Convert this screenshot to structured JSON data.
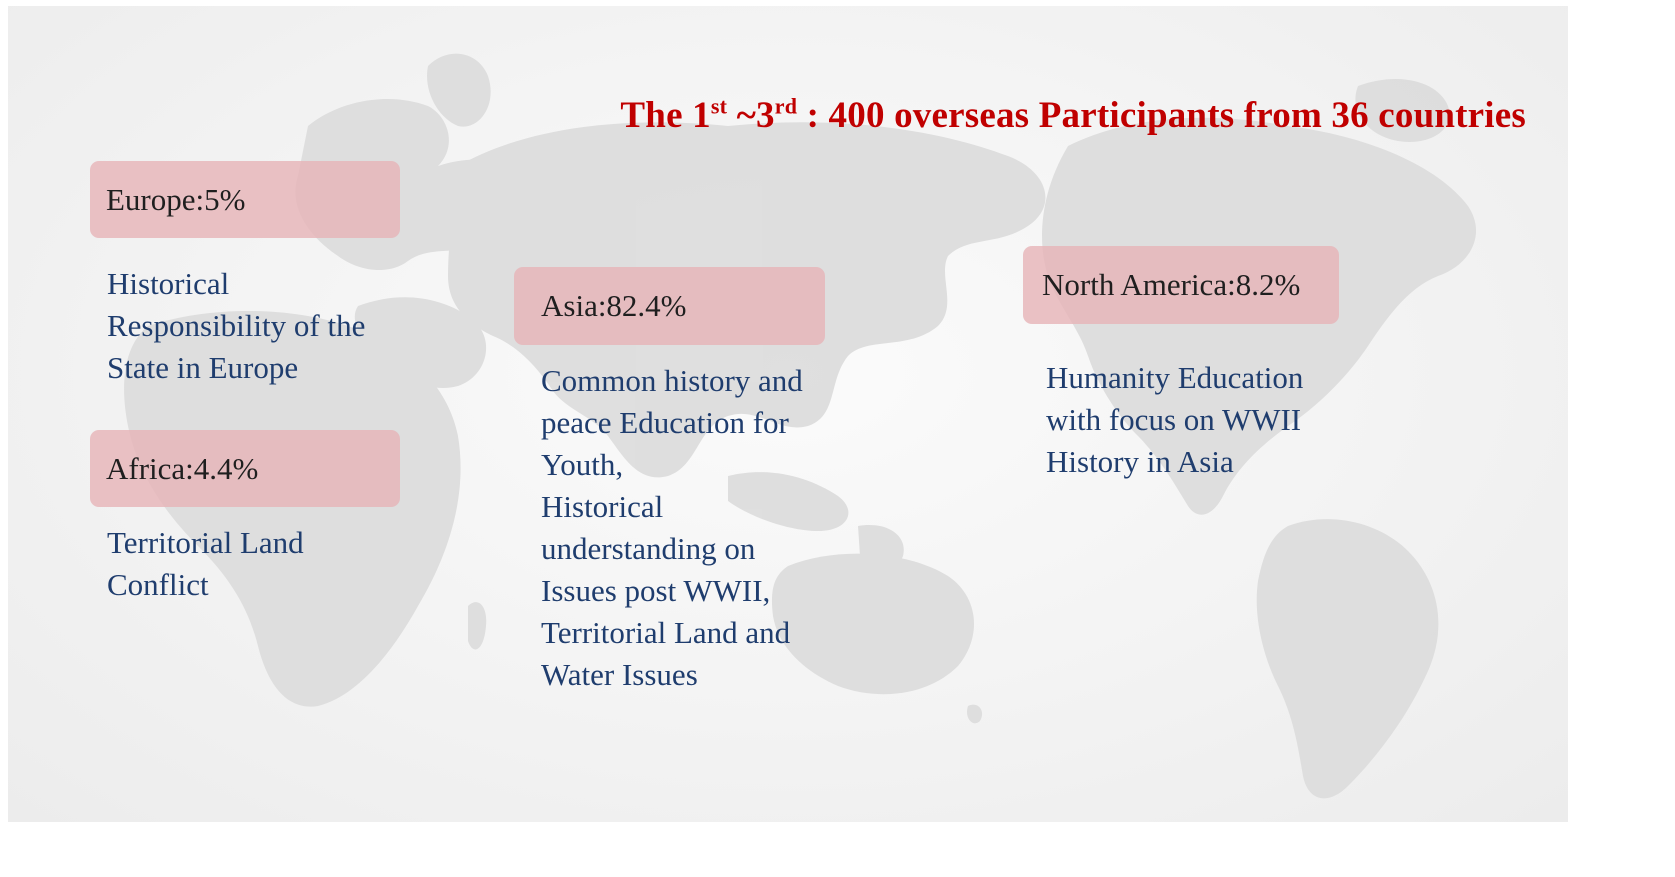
{
  "title": {
    "prefix": "The 1",
    "sup1": "st",
    "middle": " ~3",
    "sup2": "rd",
    "suffix": " : 400 overseas Participants from 36 countries"
  },
  "regions": {
    "europe": {
      "label": "Europe:5%",
      "share_percent": 5,
      "description": [
        "Historical",
        "Responsibility of the",
        "State in Europe"
      ]
    },
    "africa": {
      "label": "Africa:4.4%",
      "share_percent": 4.4,
      "description": [
        "Territorial Land",
        "Conflict"
      ]
    },
    "asia": {
      "label": "Asia:82.4%",
      "share_percent": 82.4,
      "description": [
        "Common history and",
        "peace Education for",
        "Youth,",
        "Historical",
        "understanding on",
        "Issues post WWII,",
        "Territorial Land and",
        "Water Issues"
      ]
    },
    "north_america": {
      "label": "North America:8.2%",
      "share_percent": 8.2,
      "description": [
        "Humanity Education",
        "with focus on WWII",
        "History in Asia"
      ]
    }
  },
  "colors": {
    "title": "#c00000",
    "label_box": "#e7b4b8",
    "description_text": "#1f3d6e",
    "map_land": "#d8d8d8"
  },
  "icons": {
    "background": "world-map-icon"
  }
}
